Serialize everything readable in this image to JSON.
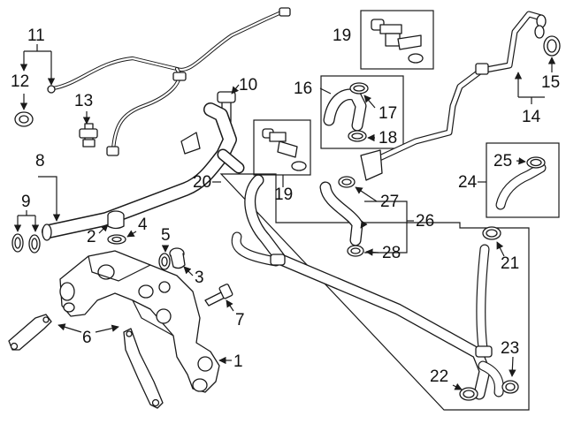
{
  "callouts": {
    "c1": "1",
    "c2": "2",
    "c3": "3",
    "c4": "4",
    "c5": "5",
    "c6": "6",
    "c7": "7",
    "c8": "8",
    "c9": "9",
    "c10": "10",
    "c11": "11",
    "c12": "12",
    "c13": "13",
    "c14": "14",
    "c15": "15",
    "c16": "16",
    "c17": "17",
    "c18": "18",
    "c19a": "19",
    "c19b": "19",
    "c20": "20",
    "c21": "21",
    "c22": "22",
    "c23": "23",
    "c24": "24",
    "c25": "25",
    "c26": "26",
    "c27": "27",
    "c28": "28"
  }
}
